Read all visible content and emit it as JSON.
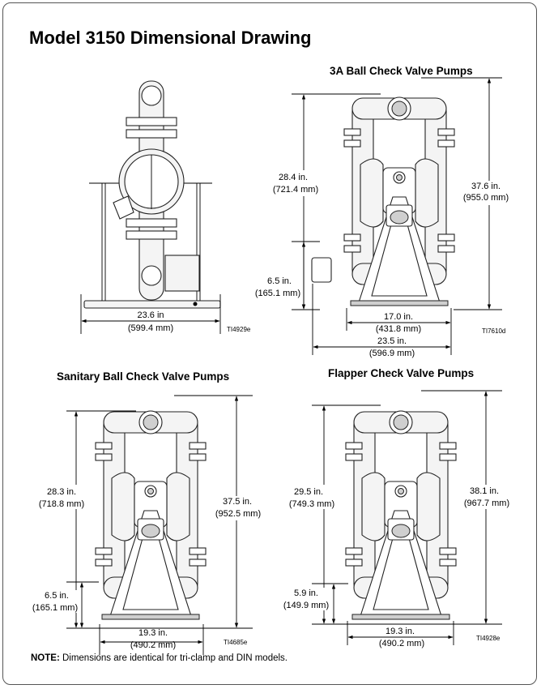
{
  "title": "Model 3150 Dimensional Drawing",
  "sections": {
    "ball3a": "3A Ball Check Valve Pumps",
    "sanitary": "Sanitary Ball Check Valve Pumps",
    "flapper": "Flapper Check Valve Pumps"
  },
  "dims": {
    "side_width_in": "23.6 in",
    "side_width_mm": "(599.4 mm)",
    "side_code": "TI4929e",
    "a_height_in": "28.4 in.",
    "a_height_mm": "(721.4 mm)",
    "a_total_in": "37.6 in.",
    "a_total_mm": "(955.0 mm)",
    "a_low_in": "6.5 in.",
    "a_low_mm": "(165.1 mm)",
    "a_base_in": "17.0 in.",
    "a_base_mm": "(431.8 mm)",
    "a_width_in": "23.5 in.",
    "a_width_mm": "(596.9 mm)",
    "a_code": "TI7610d",
    "s_height_in": "28.3 in.",
    "s_height_mm": "(718.8 mm)",
    "s_total_in": "37.5 in.",
    "s_total_mm": "(952.5 mm)",
    "s_low_in": "6.5 in.",
    "s_low_mm": "(165.1 mm)",
    "s_base_in": "19.3 in.",
    "s_base_mm": "(490.2 mm)",
    "s_code": "TI4685e",
    "f_height_in": "29.5 in.",
    "f_height_mm": "(749.3 mm)",
    "f_total_in": "38.1 in.",
    "f_total_mm": "(967.7 mm)",
    "f_low_in": "5.9 in.",
    "f_low_mm": "(149.9 mm)",
    "f_base_in": "19.3 in.",
    "f_base_mm": "(490.2 mm)",
    "f_code": "TI4928e"
  },
  "note": {
    "label": "NOTE:",
    "text": " Dimensions are identical for tri-clamp and DIN models."
  }
}
